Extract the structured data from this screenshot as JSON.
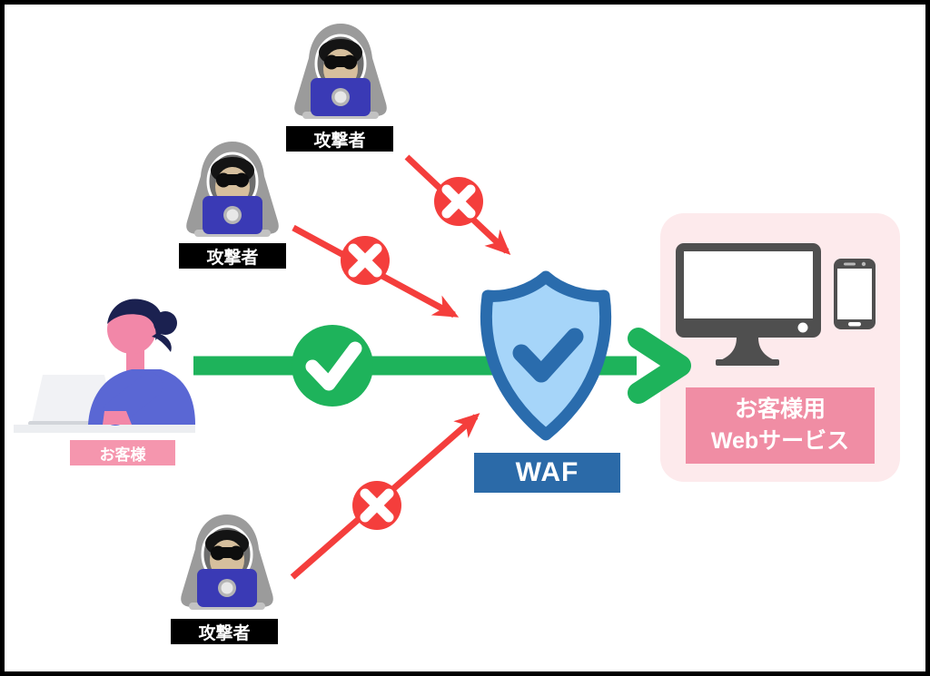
{
  "attackers": {
    "top": {
      "label": "攻撃者"
    },
    "middle": {
      "label": "攻撃者"
    },
    "bottom": {
      "label": "攻撃者"
    }
  },
  "customer": {
    "label": "お客様"
  },
  "waf": {
    "label": "WAF"
  },
  "service": {
    "line1": "お客様用",
    "line2": "Webサービス"
  },
  "icons": {
    "attacker": "hooded-hacker-laptop-icon",
    "customer": "person-at-laptop-icon",
    "waf": "shield-check-icon",
    "service_devices": [
      "desktop-monitor-icon",
      "smartphone-icon"
    ],
    "blocked": "x-circle-icon",
    "allowed": "check-circle-icon"
  },
  "colors": {
    "blocked_red": "#f43e3c",
    "allowed_green": "#1eb35b",
    "shield_fill": "#a6d5f9",
    "shield_border": "#2a6cad",
    "waf_label_bg": "#2b6aa8",
    "service_panel_bg": "#fdeaec",
    "service_label_bg": "#f08da4",
    "customer_label_bg": "#f596ae",
    "attacker_label_bg": "#000000",
    "device_gray": "#4f4f4f"
  }
}
